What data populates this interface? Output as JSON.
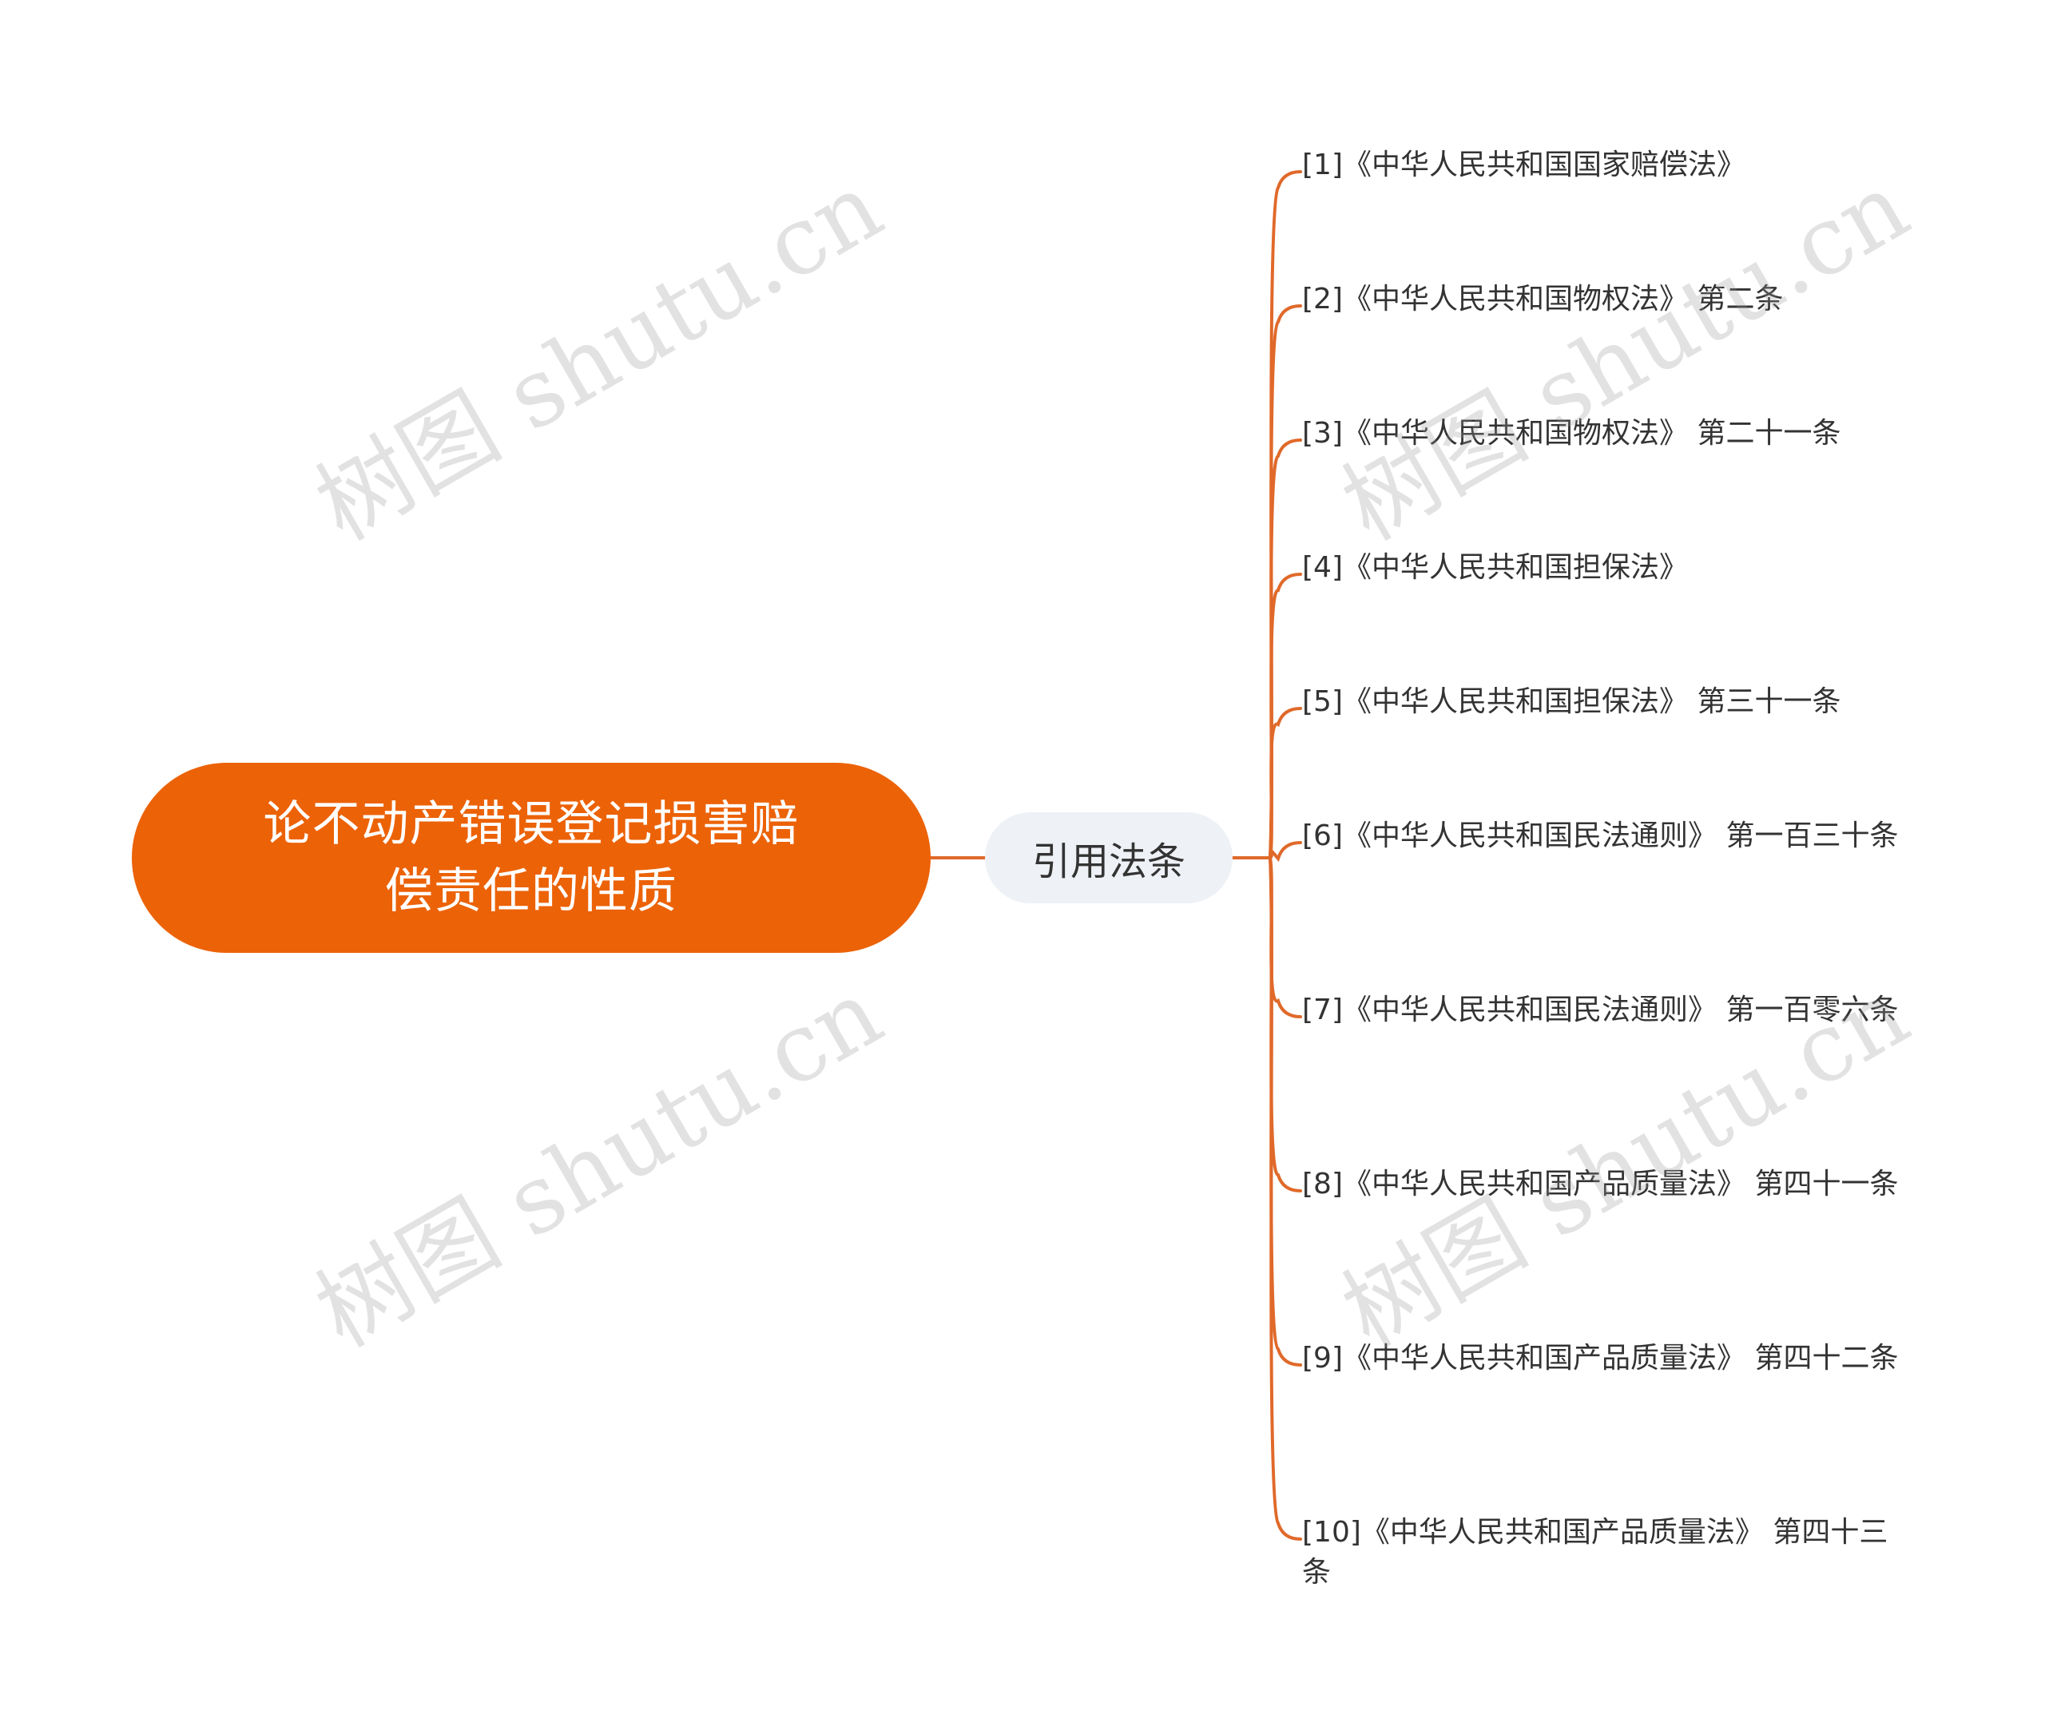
{
  "colors": {
    "root_fill": "#ec6207",
    "connector": "#e0692a",
    "branch_fill": "#eef1f5",
    "text": "#333333"
  },
  "root": {
    "label": "论不动产错误登记损害赔偿责任的性质"
  },
  "branch": {
    "label": "引用法条"
  },
  "leaves": [
    {
      "label": "[1]《中华人民共和国国家赔偿法》"
    },
    {
      "label": "[2]《中华人民共和国物权法》 第二条"
    },
    {
      "label": "[3]《中华人民共和国物权法》 第二十一条"
    },
    {
      "label": "[4]《中华人民共和国担保法》"
    },
    {
      "label": "[5]《中华人民共和国担保法》 第三十一条"
    },
    {
      "label": "[6]《中华人民共和国民法通则》 第一百三十条"
    },
    {
      "label": "[7]《中华人民共和国民法通则》 第一百零六条"
    },
    {
      "label": "[8]《中华人民共和国产品质量法》 第四十一条"
    },
    {
      "label": "[9]《中华人民共和国产品质量法》 第四十二条"
    },
    {
      "label": "[10]《中华人民共和国产品质量法》 第四十三条"
    }
  ],
  "watermark": {
    "text": "树图 shutu.cn"
  }
}
